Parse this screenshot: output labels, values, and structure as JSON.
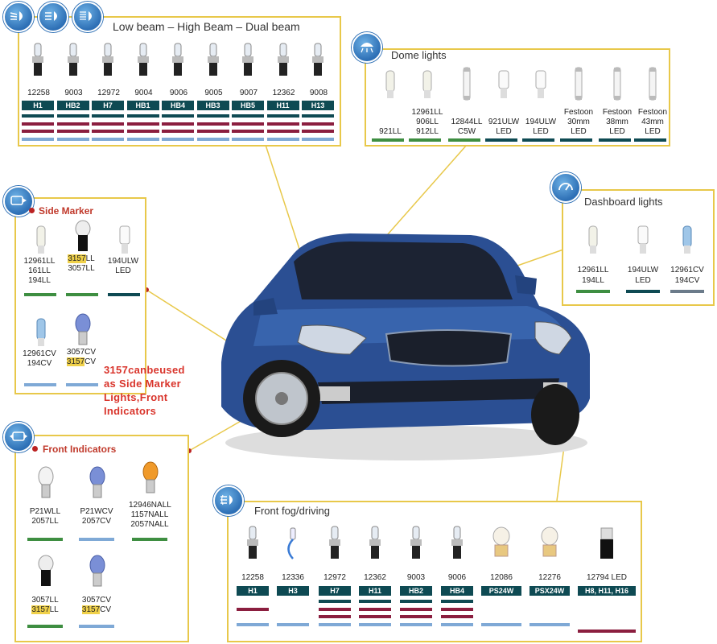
{
  "headlamp": {
    "title": "Low beam – High Beam – Dual beam",
    "items": [
      {
        "code": "12258",
        "tag": "H1"
      },
      {
        "code": "9003",
        "tag": "HB2"
      },
      {
        "code": "12972",
        "tag": "H7"
      },
      {
        "code": "9004",
        "tag": "HB1"
      },
      {
        "code": "9006",
        "tag": "HB4"
      },
      {
        "code": "9005",
        "tag": "HB3"
      },
      {
        "code": "9007",
        "tag": "HB5"
      },
      {
        "code": "12362",
        "tag": "H11"
      },
      {
        "code": "9008",
        "tag": "H13"
      }
    ]
  },
  "dome": {
    "title": "Dome lights",
    "items": [
      {
        "l1": "921LL",
        "l2": "",
        "l3": ""
      },
      {
        "l1": "12961LL",
        "l2": "906LL",
        "l3": "912LL"
      },
      {
        "l1": "12844LL",
        "l2": "C5W",
        "l3": ""
      },
      {
        "l1": "921ULW",
        "l2": "LED",
        "l3": ""
      },
      {
        "l1": "194ULW",
        "l2": "LED",
        "l3": ""
      },
      {
        "l1": "Festoon",
        "l2": "30mm",
        "l3": "LED"
      },
      {
        "l1": "Festoon",
        "l2": "38mm",
        "l3": "LED"
      },
      {
        "l1": "Festoon",
        "l2": "43mm",
        "l3": "LED"
      }
    ]
  },
  "dashboard": {
    "title": "Dashboard lights",
    "items": [
      {
        "l1": "12961LL",
        "l2": "194LL"
      },
      {
        "l1": "194ULW",
        "l2": "LED"
      },
      {
        "l1": "12961CV",
        "l2": "194CV"
      }
    ]
  },
  "side_marker": {
    "title": "Side Marker",
    "items": [
      {
        "l1": "12961LL",
        "l2": "161LL",
        "l3": "194LL"
      },
      {
        "l1a": "3157",
        "l1b": "LL",
        "l2": "3057LL"
      },
      {
        "l1": "194ULW",
        "l2": "LED"
      },
      {
        "l1": "12961CV",
        "l2": "194CV"
      },
      {
        "l1": "3057CV",
        "l2a": "3157",
        "l2b": "CV"
      }
    ]
  },
  "note": {
    "l1": "3157canbeused",
    "l2": "as Side Marker",
    "l3": "Lights,Front",
    "l4": "Indicators"
  },
  "front_indicators": {
    "title": "Front Indicators",
    "items": [
      {
        "l1": "P21WLL",
        "l2": "2057LL"
      },
      {
        "l1": "P21WCV",
        "l2": "2057CV"
      },
      {
        "l1": "12946NALL",
        "l2": "1157NALL",
        "l3": "2057NALL"
      },
      {
        "l1": "3057LL",
        "l2a": "3157",
        "l2b": "LL"
      },
      {
        "l1": "3057CV",
        "l2a": "3157",
        "l2b": "CV"
      }
    ]
  },
  "fog": {
    "title": "Front fog/driving",
    "items": [
      {
        "code": "12258",
        "tag": "H1"
      },
      {
        "code": "12336",
        "tag": "H3"
      },
      {
        "code": "12972",
        "tag": "H7"
      },
      {
        "code": "12362",
        "tag": "H11"
      },
      {
        "code": "9003",
        "tag": "HB2"
      },
      {
        "code": "9006",
        "tag": "HB4"
      },
      {
        "code": "12086",
        "tag": "PS24W"
      },
      {
        "code": "12276",
        "tag": "PSX24W"
      },
      {
        "code": "12794 LED",
        "tag": "H8, H11, H16"
      }
    ]
  },
  "colors": {
    "panel_border": "#e8c84a",
    "car_body": "#2b4f93",
    "tag_bg": "#0e4a53",
    "accent_red": "#d9342b"
  }
}
